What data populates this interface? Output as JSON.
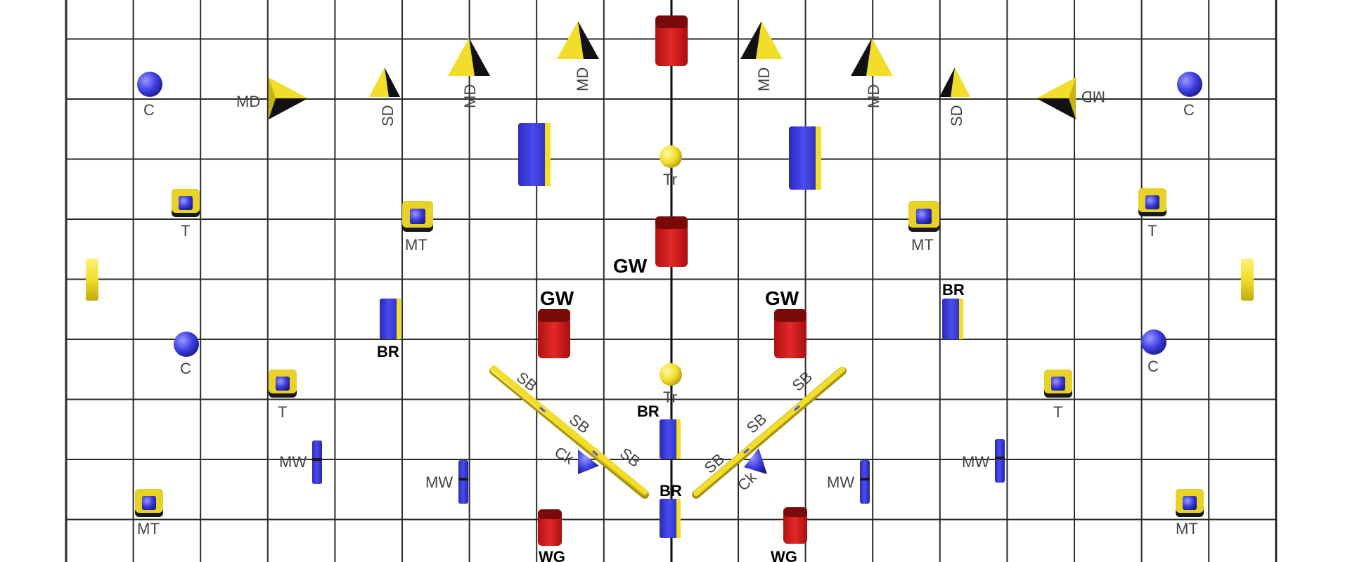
{
  "colors": {
    "grid": "#2a2a2a",
    "yellow": "#f1dd2a",
    "yellow_dark": "#1a1a1a",
    "blue": "#3b3be0",
    "red": "#d42020",
    "red_dark": "#8a0b0b"
  },
  "labels": {
    "md": "MD",
    "sd": "SD",
    "c": "C",
    "t": "T",
    "mt": "MT",
    "tr": "Tr",
    "gw": "GW",
    "br": "BR",
    "sb": "SB",
    "ck": "Ck",
    "mw": "MW",
    "wg": "WG"
  }
}
